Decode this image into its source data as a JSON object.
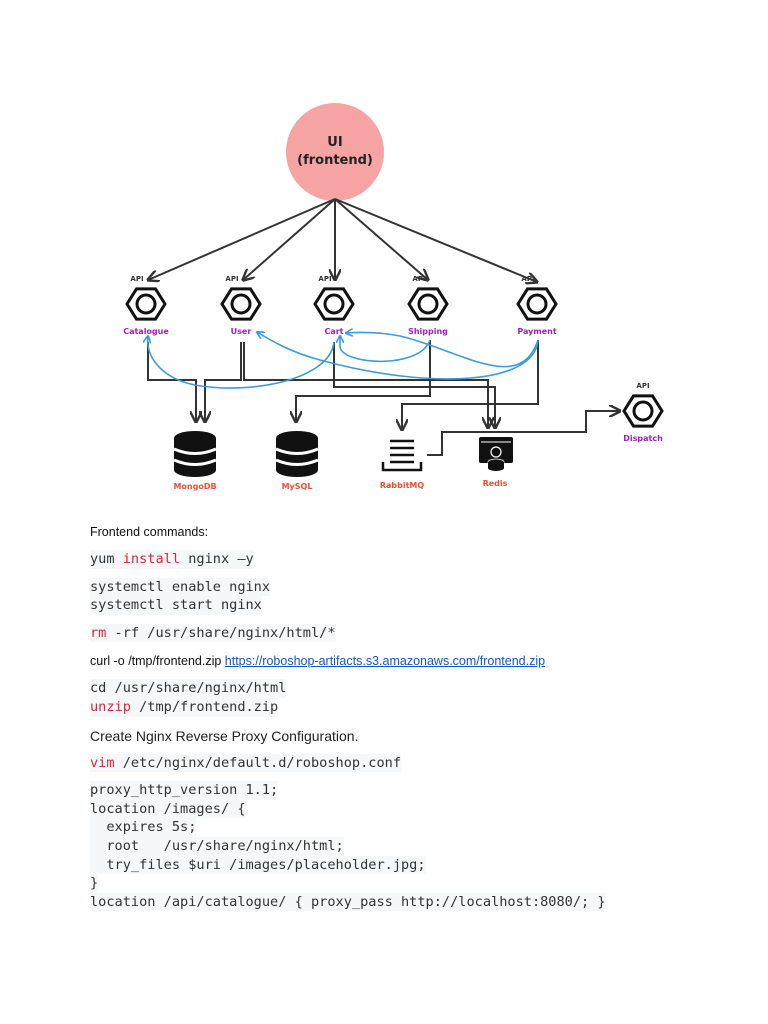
{
  "diagram": {
    "root": {
      "line1": "UI",
      "line2": "(frontend)",
      "fill": "#f5a3a3"
    },
    "api_label": "API",
    "services": [
      {
        "name": "Catalogue"
      },
      {
        "name": "User"
      },
      {
        "name": "Cart"
      },
      {
        "name": "Shipping"
      },
      {
        "name": "Payment"
      },
      {
        "name": "Dispatch"
      }
    ],
    "datastores": [
      {
        "name": "MongoDB",
        "icon": "database-icon"
      },
      {
        "name": "MySQL",
        "icon": "database-icon"
      },
      {
        "name": "RabbitMQ",
        "icon": "queue-icon"
      },
      {
        "name": "Redis",
        "icon": "cache-server-icon"
      }
    ],
    "colors": {
      "service_label": "#a020c0",
      "datastore_label": "#f04e30",
      "flow_line": "#333333",
      "dependency_line": "#3a9be0"
    }
  },
  "doc": {
    "heading": "Frontend commands:",
    "cmd_install": {
      "pre": "yum ",
      "kw": "install",
      "post": " nginx –y"
    },
    "cmd_enable": "systemctl enable nginx",
    "cmd_start": "systemctl start nginx",
    "cmd_rm": {
      "kw": "rm",
      "post": " -rf /usr/share/nginx/html/*"
    },
    "curl": {
      "text": "curl -o /tmp/frontend.zip ",
      "link": "https://roboshop-artifacts.s3.amazonaws.com/frontend.zip"
    },
    "cmd_cd": "cd /usr/share/nginx/html",
    "cmd_unzip": {
      "kw": "unzip",
      "post": " /tmp/frontend.zip"
    },
    "proxy_heading": "Create Nginx Reverse Proxy Configuration.",
    "cmd_vim": {
      "kw": "vim",
      "post": " /etc/nginx/default.d/roboshop.conf"
    },
    "config_lines": [
      "proxy_http_version 1.1;",
      "location /images/ {",
      "  expires 5s;",
      "  root   /usr/share/nginx/html;",
      "  try_files $uri /images/placeholder.jpg;",
      "}",
      "location /api/catalogue/ { proxy_pass http://localhost:8080/; }"
    ]
  }
}
